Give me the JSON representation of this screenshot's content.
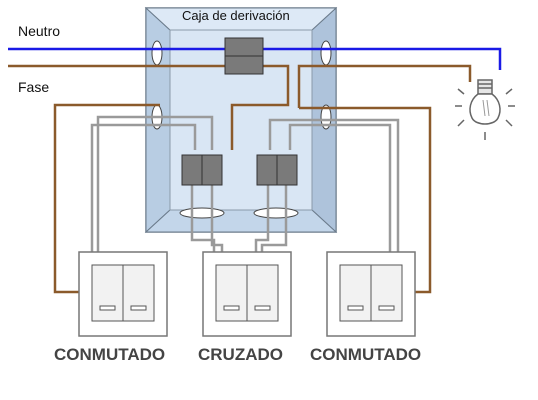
{
  "labels": {
    "neutral": "Neutro",
    "phase": "Fase",
    "box_title": "Caja de derivación"
  },
  "switches": [
    {
      "label": "CONMUTADO"
    },
    {
      "label": "CRUZADO"
    },
    {
      "label": "CONMUTADO"
    }
  ],
  "colors": {
    "neutral_wire": "#1a1ae6",
    "phase_wire": "#8b5a2b",
    "switch_wire": "#9a9a9a",
    "box_fill": "#cfe0f2",
    "box_side": "#b8cde3",
    "connector": "#777777"
  },
  "icons": {
    "lamp": "light-bulb-icon"
  }
}
